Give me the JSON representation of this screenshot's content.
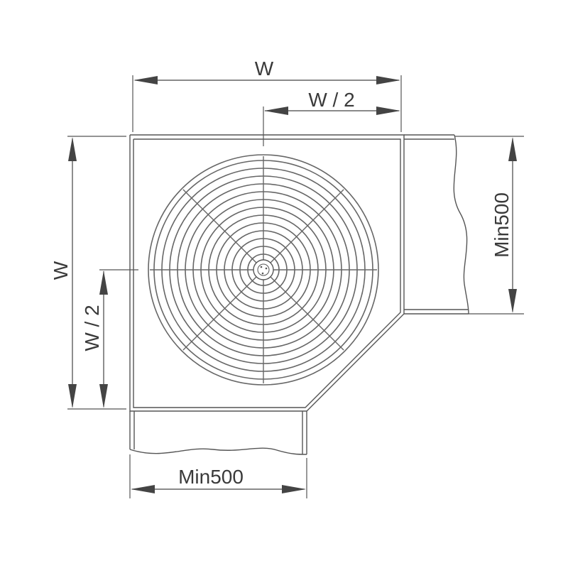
{
  "diagram": {
    "labels": {
      "width_top": "W",
      "half_width_top": "W / 2",
      "width_left": "W",
      "half_width_left": "W / 2",
      "min_right": "Min500",
      "min_bottom": "Min500"
    },
    "line_color": "#555555",
    "text_color": "#3a3a3a"
  }
}
